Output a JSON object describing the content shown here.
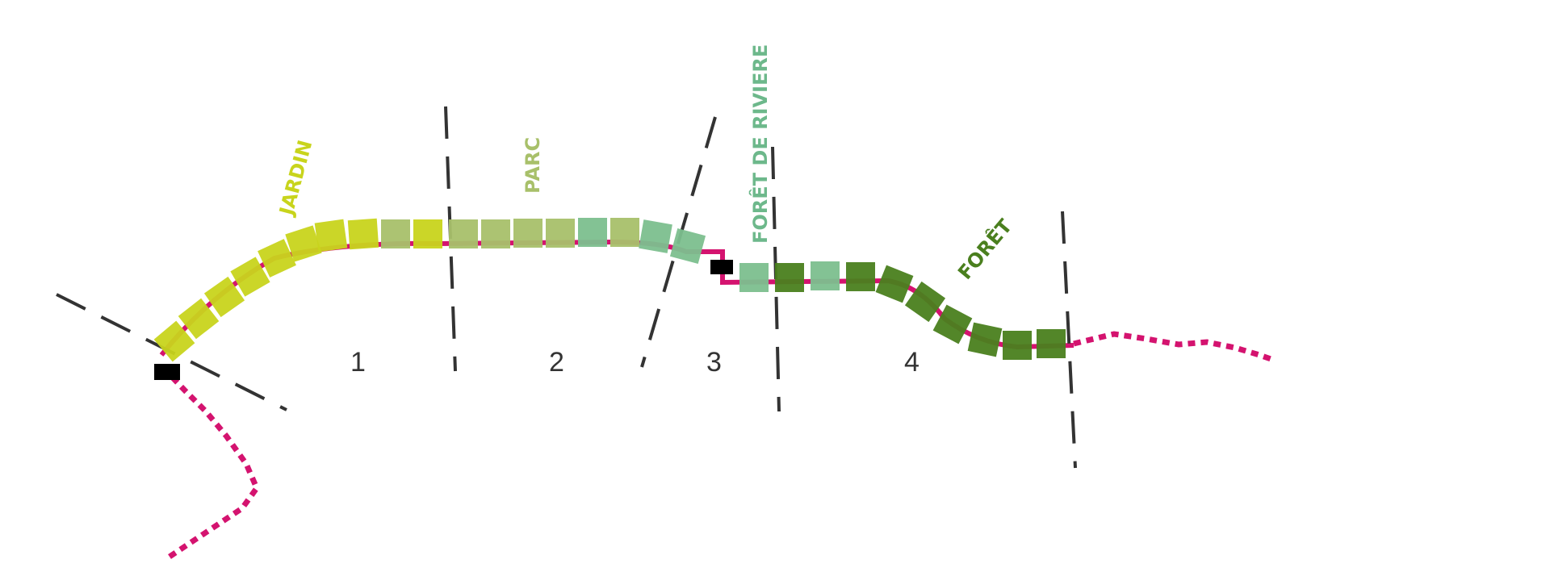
{
  "zones": [
    {
      "id": "jardin",
      "label": "JARDIN",
      "color": "#c8d41c"
    },
    {
      "id": "parc",
      "label": "PARC",
      "color": "#a8c06a"
    },
    {
      "id": "foret-de-riviere",
      "label": "FORÊT DE RIVIERE",
      "color": "#6db88b"
    },
    {
      "id": "foret",
      "label": "FORÊT",
      "color": "#4a7f1e"
    }
  ],
  "segments": [
    "1",
    "2",
    "3",
    "4"
  ],
  "colors": {
    "trail": "#d4136f",
    "divider": "#333333",
    "node": "#000000",
    "jardin_block": "#c8d41c",
    "parc_block": "#a8c06a",
    "riviere_block": "#7cbf8e",
    "foret_block": "#4a7f1e"
  }
}
